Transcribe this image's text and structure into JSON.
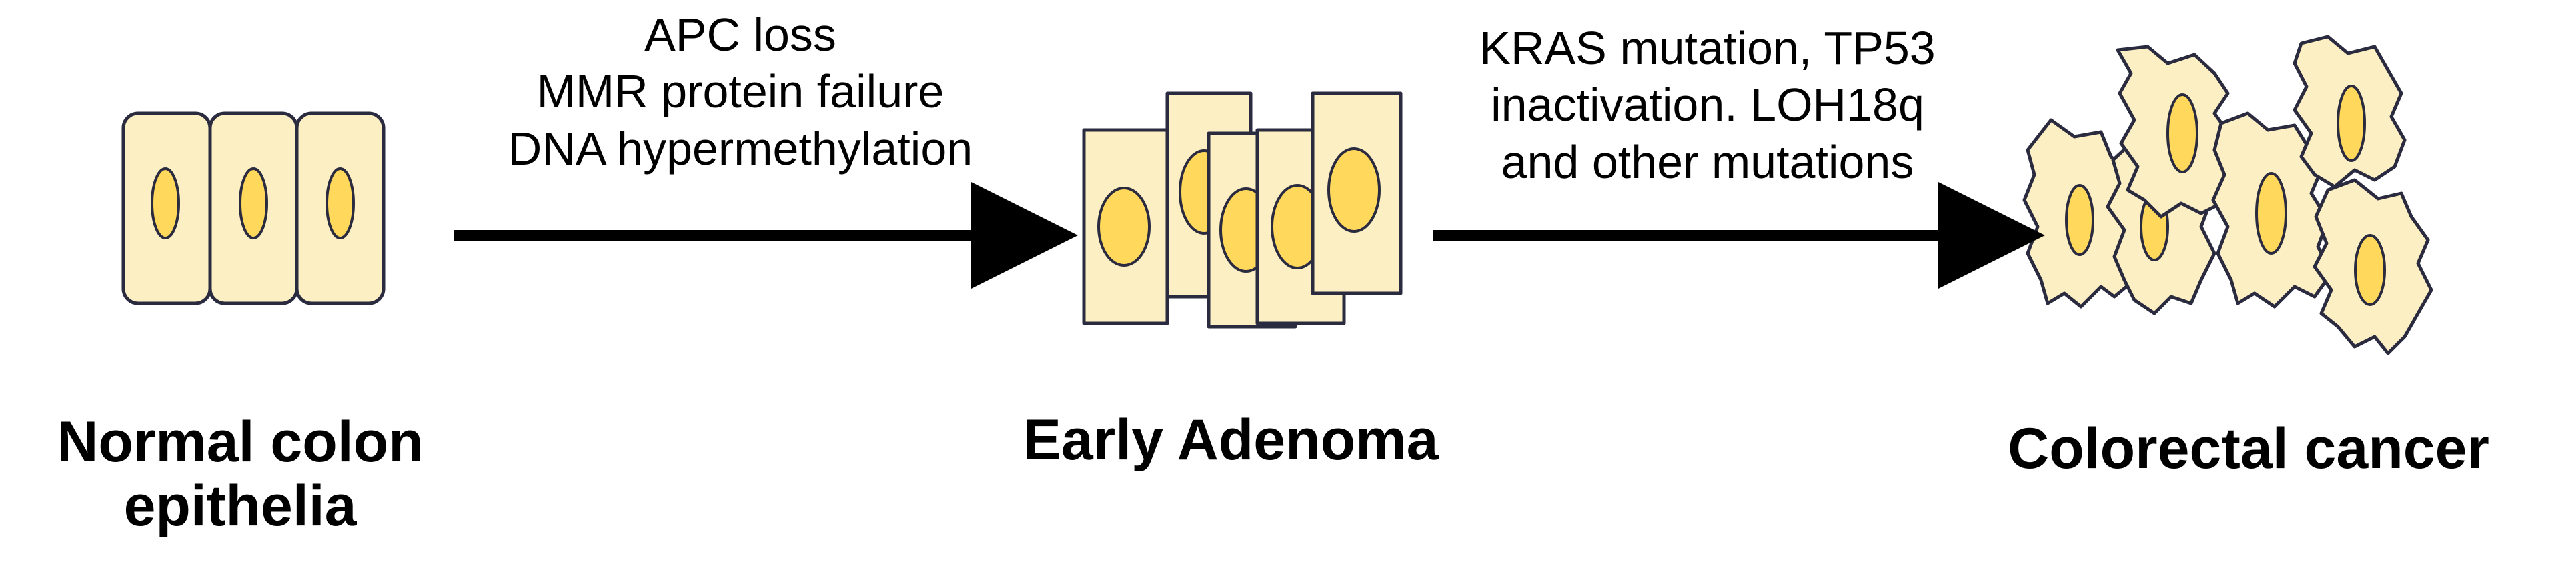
{
  "stages": {
    "normal": {
      "title_line1": "Normal colon",
      "title_line2": "epithelia"
    },
    "adenoma": {
      "title": "Early Adenoma"
    },
    "cancer": {
      "title": "Colorectal cancer"
    }
  },
  "transitions": {
    "first": {
      "lines": [
        "APC loss",
        "MMR protein failure",
        "DNA hypermethylation"
      ]
    },
    "second": {
      "lines": [
        "KRAS mutation, TP53",
        "inactivation. LOH18q",
        "and other mutations"
      ]
    }
  },
  "colors": {
    "cell_fill": "#FCEFC4",
    "cell_stroke": "#2B2B40",
    "nucleus_fill": "#FFD85C",
    "arrow": "#000000"
  }
}
